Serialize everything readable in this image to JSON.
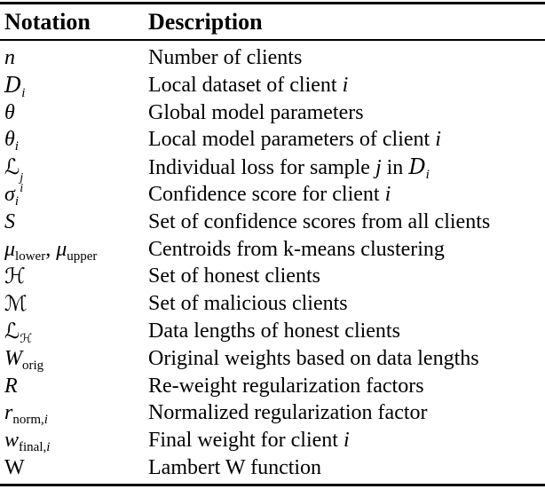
{
  "table": {
    "headers": [
      "Notation",
      "Description"
    ],
    "rows": [
      {
        "n": [
          [
            "i",
            "n"
          ]
        ],
        "d": [
          [
            "r",
            "Number of clients"
          ]
        ]
      },
      {
        "n": [
          [
            "cal",
            "D"
          ],
          [
            "si",
            "i"
          ]
        ],
        "d": [
          [
            "r",
            "Local dataset of client "
          ],
          [
            "i",
            "i"
          ]
        ]
      },
      {
        "n": [
          [
            "i",
            "θ"
          ]
        ],
        "d": [
          [
            "r",
            "Global model parameters"
          ]
        ]
      },
      {
        "n": [
          [
            "i",
            "θ"
          ],
          [
            "si",
            "i"
          ]
        ],
        "d": [
          [
            "r",
            "Local model parameters of client "
          ],
          [
            "i",
            "i"
          ]
        ]
      },
      {
        "n": [
          [
            "cal",
            "ℒ"
          ],
          [
            "st",
            "j",
            "i"
          ]
        ],
        "d": [
          [
            "r",
            "Individual loss for sample "
          ],
          [
            "i",
            "j"
          ],
          [
            "r",
            " in "
          ],
          [
            "cal",
            "D"
          ],
          [
            "si",
            "i"
          ]
        ]
      },
      {
        "n": [
          [
            "i",
            "σ"
          ],
          [
            "si",
            "i"
          ]
        ],
        "d": [
          [
            "r",
            "Confidence score for client "
          ],
          [
            "i",
            "i"
          ]
        ]
      },
      {
        "n": [
          [
            "i",
            "S"
          ]
        ],
        "d": [
          [
            "r",
            "Set of confidence scores from all clients"
          ]
        ]
      },
      {
        "n": [
          [
            "i",
            "μ"
          ],
          [
            "sb",
            "lower"
          ],
          [
            "r",
            ", "
          ],
          [
            "i",
            "μ"
          ],
          [
            "sb",
            "upper"
          ]
        ],
        "d": [
          [
            "r",
            "Centroids from k-means clustering"
          ]
        ]
      },
      {
        "n": [
          [
            "cal",
            "ℋ"
          ]
        ],
        "d": [
          [
            "r",
            "Set of honest clients"
          ]
        ]
      },
      {
        "n": [
          [
            "cal",
            "ℳ"
          ]
        ],
        "d": [
          [
            "r",
            "Set of malicious clients"
          ]
        ]
      },
      {
        "n": [
          [
            "cal",
            "ℒ"
          ],
          [
            "scal",
            "ℋ"
          ]
        ],
        "d": [
          [
            "r",
            "Data lengths of honest clients"
          ]
        ]
      },
      {
        "n": [
          [
            "i",
            "W"
          ],
          [
            "sb",
            "orig"
          ]
        ],
        "d": [
          [
            "r",
            "Original weights based on data lengths"
          ]
        ]
      },
      {
        "n": [
          [
            "i",
            "R"
          ]
        ],
        "d": [
          [
            "r",
            "Re-weight regularization factors"
          ]
        ]
      },
      {
        "n": [
          [
            "i",
            "r"
          ],
          [
            "sb",
            "norm,"
          ],
          [
            "si",
            "i"
          ]
        ],
        "d": [
          [
            "r",
            "Normalized regularization factor"
          ]
        ]
      },
      {
        "n": [
          [
            "i",
            "w"
          ],
          [
            "sb",
            "final,"
          ],
          [
            "si",
            "i"
          ]
        ],
        "d": [
          [
            "r",
            "Final weight for client "
          ],
          [
            "i",
            "i"
          ]
        ]
      },
      {
        "n": [
          [
            "r",
            "W"
          ]
        ],
        "d": [
          [
            "r",
            "Lambert W function"
          ]
        ]
      }
    ]
  }
}
